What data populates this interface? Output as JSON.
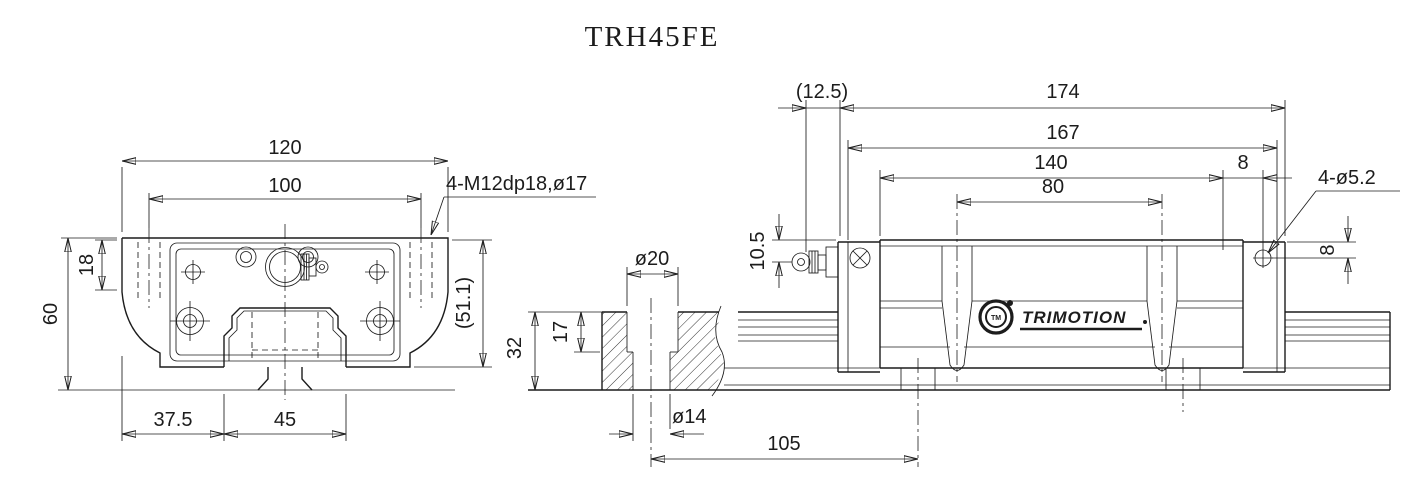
{
  "title": "TRH45FE",
  "colors": {
    "line": "#1c1c1c",
    "background": "#ffffff"
  },
  "front_view": {
    "dim_width_outer": "120",
    "dim_width_holes": "100",
    "note_mount_holes": "4-M12dp18,ø17",
    "dim_flange_height": "18",
    "dim_total_height": "60",
    "dim_edge_to_rail": "37.5",
    "dim_rail_width": "45",
    "dim_ref_height": "(51.1)"
  },
  "side_view": {
    "dim_nipple_proj": "(12.5)",
    "dim_total_length": "174",
    "dim_seal_length": "167",
    "dim_body_length": "140",
    "dim_hole_pitch": "80",
    "dim_end_to_hole": "8",
    "note_end_holes": "4-ø5.2",
    "dim_hole_edge": "8",
    "dim_nipple_height": "10.5",
    "dim_counterbore_dia": "ø20",
    "dim_counterbore_depth": "17",
    "dim_rail_height": "32",
    "dim_bolt_hole_dia": "ø14",
    "dim_rail_hole_pitch": "105",
    "logo": {
      "brand": "TRIMOTION",
      "emblem": "TM"
    }
  }
}
